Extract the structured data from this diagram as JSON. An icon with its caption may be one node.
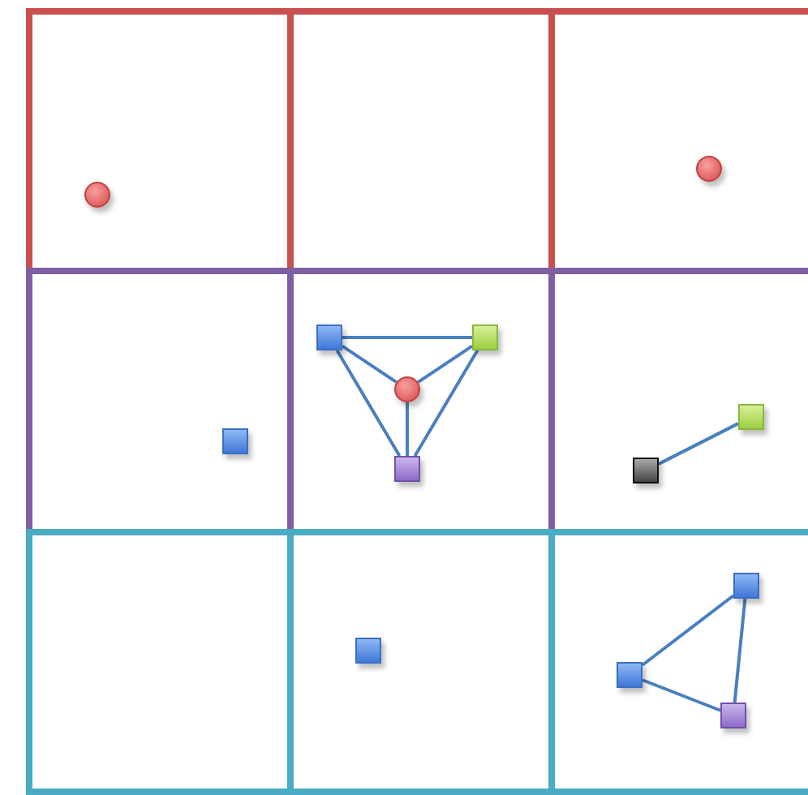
{
  "diagram": {
    "nodes": [
      {
        "text": [],
        "shape": "circle"
      },
      {
        "text": [],
        "shape": "circle"
      },
      {
        "text": [],
        "shape": "box"
      },
      {
        "text": [],
        "shape": "box"
      },
      {
        "text": [],
        "shape": "circle"
      },
      {
        "text": [],
        "shape": "box"
      },
      {
        "text": [],
        "shape": "box"
      },
      {
        "text": [],
        "shape": "box"
      },
      {
        "text": [],
        "shape": "box"
      },
      {
        "text": [],
        "shape": "box"
      },
      {
        "text": [],
        "shape": "box"
      },
      {
        "text": [],
        "shape": "box"
      },
      {
        "text": [],
        "shape": "box"
      }
    ],
    "edges": [
      {
        "from": 2,
        "to": 3,
        "arrow": "none"
      },
      {
        "from": 2,
        "to": 4,
        "arrow": "none"
      },
      {
        "from": 3,
        "to": 4,
        "arrow": "none"
      },
      {
        "from": 2,
        "to": 7,
        "arrow": "none"
      },
      {
        "from": 3,
        "to": 7,
        "arrow": "none"
      },
      {
        "from": 4,
        "to": 7,
        "arrow": "none"
      },
      {
        "from": 8,
        "to": 6,
        "arrow": "none"
      },
      {
        "from": 11,
        "to": 9,
        "arrow": "none"
      },
      {
        "from": 9,
        "to": 12,
        "arrow": "none"
      },
      {
        "from": 11,
        "to": 12,
        "arrow": "none"
      }
    ]
  }
}
